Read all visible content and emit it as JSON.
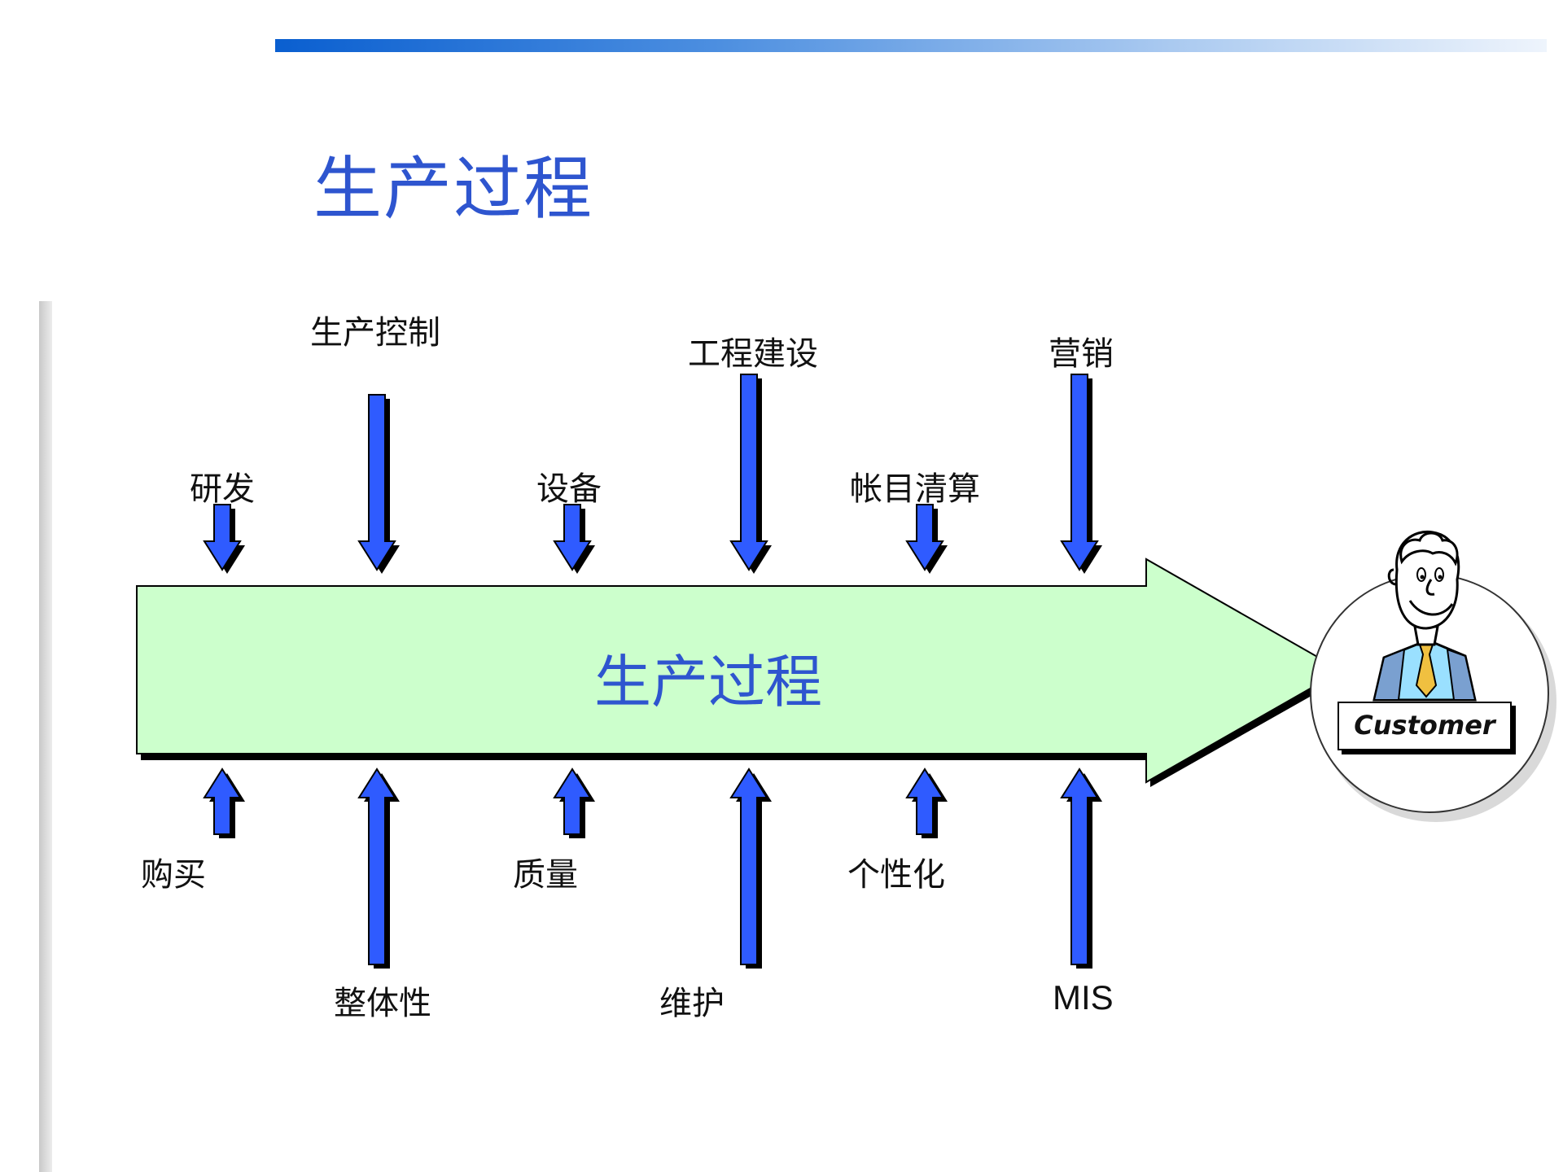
{
  "slide": {
    "title": "生产过程",
    "arrow_label": "生产过程",
    "customer_label": "Customer"
  },
  "inputs_top": [
    {
      "label": "研发",
      "size": "short"
    },
    {
      "label": "生产控制",
      "size": "long"
    },
    {
      "label": "设备",
      "size": "short"
    },
    {
      "label": "工程建设",
      "size": "long"
    },
    {
      "label": "帐目清算",
      "size": "short"
    },
    {
      "label": "营销",
      "size": "long"
    }
  ],
  "inputs_bottom": [
    {
      "label": "购买",
      "size": "short"
    },
    {
      "label": "整体性",
      "size": "long"
    },
    {
      "label": "质量",
      "size": "short"
    },
    {
      "label": "维护",
      "size": "long"
    },
    {
      "label": "个性化",
      "size": "short"
    },
    {
      "label": "MIS",
      "size": "long"
    }
  ],
  "colors": {
    "accent": "#2e55cf",
    "input_arrow": "#2f5bff",
    "process_arrow": "#ccffcc",
    "customer_shirt": "#9ae0ff",
    "customer_tie": "#f0c040"
  }
}
